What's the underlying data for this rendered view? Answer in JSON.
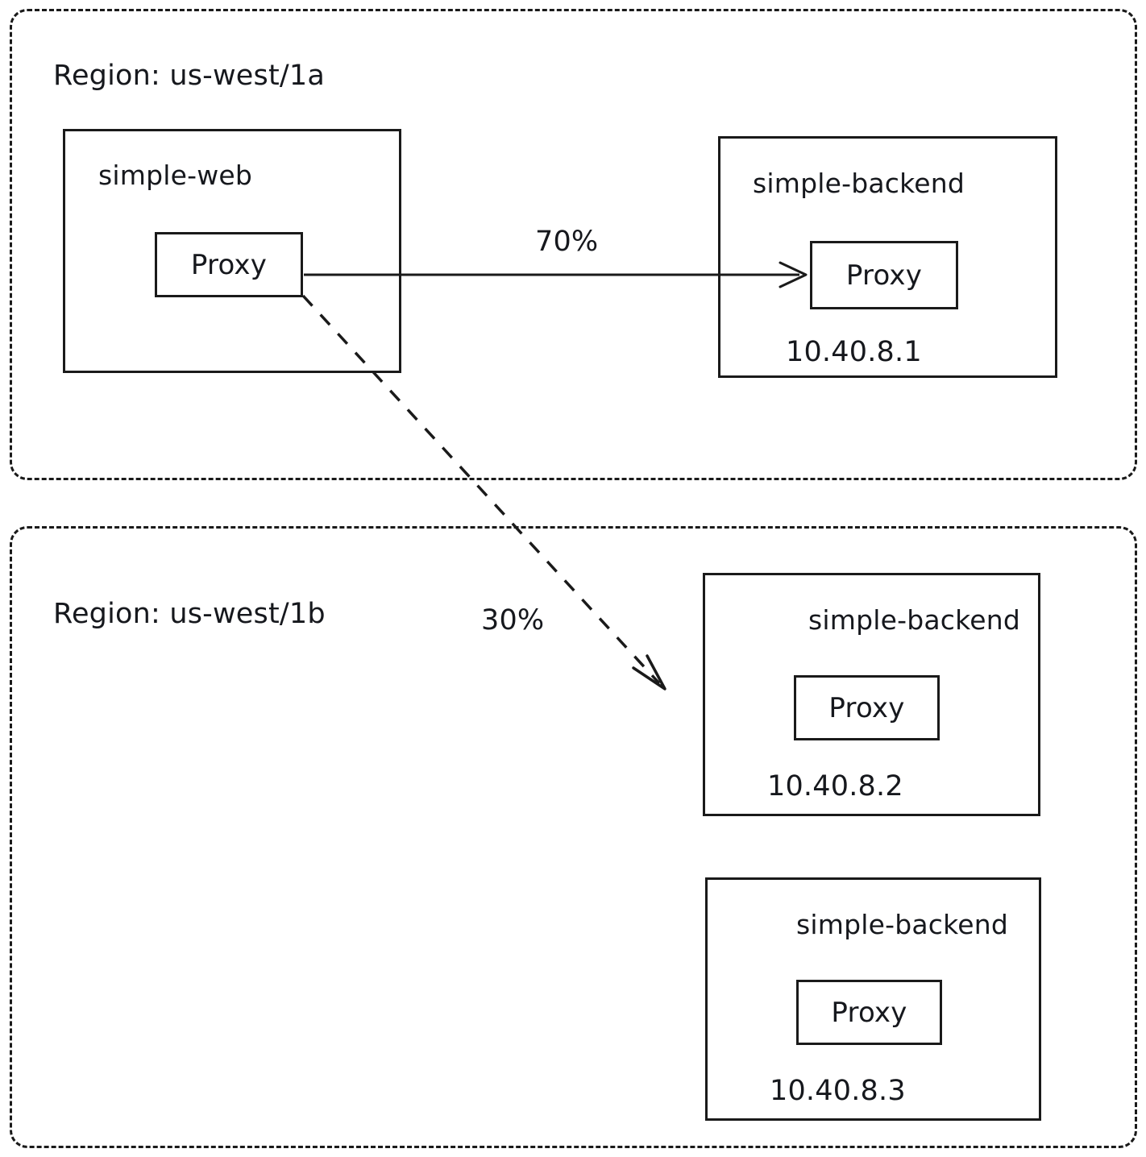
{
  "diagram": {
    "title": "service-mesh-traffic-split",
    "background_color": "#ffffff",
    "stroke_color": "#1a1a1a",
    "text_color": "#16181d"
  },
  "regions": [
    {
      "id": "region-us-west-1a",
      "label": "Region: us-west/1a",
      "border_style": "dashed"
    },
    {
      "id": "region-us-west-1b",
      "label": "Region: us-west/1b",
      "border_style": "dashed"
    }
  ],
  "nodes": [
    {
      "id": "simple-web",
      "title": "simple-web",
      "proxy_label": "Proxy",
      "ip": "",
      "region": "Region: us-west/1a"
    },
    {
      "id": "simple-backend-1",
      "title": "simple-backend",
      "proxy_label": "Proxy",
      "ip": "10.40.8.1",
      "region": "Region: us-west/1a"
    },
    {
      "id": "simple-backend-2",
      "title": "simple-backend",
      "proxy_label": "Proxy",
      "ip": "10.40.8.2",
      "region": "Region: us-west/1b"
    },
    {
      "id": "simple-backend-3",
      "title": "simple-backend",
      "proxy_label": "Proxy",
      "ip": "10.40.8.3",
      "region": "Region: us-west/1b"
    }
  ],
  "edges": [
    {
      "id": "edge-70",
      "label": "70%",
      "from": "simple-web",
      "to": "simple-backend-1",
      "style": "solid",
      "arrow": true
    },
    {
      "id": "edge-30",
      "label": "30%",
      "from": "simple-web",
      "to": "simple-backend-2",
      "style": "dashed",
      "arrow": true
    }
  ]
}
